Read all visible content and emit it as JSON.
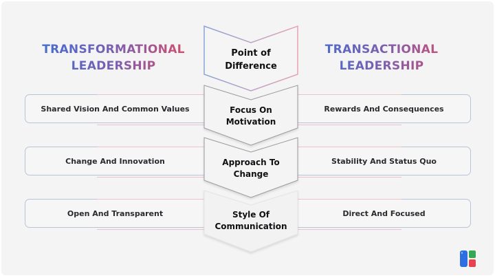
{
  "titles": {
    "left": {
      "line1": "TRANSFORMATIONAL",
      "line2": "LEADERSHIP"
    },
    "right": {
      "line1": "TRANSACTIONAL",
      "line2": "LEADERSHIP"
    },
    "gradient": {
      "start": "#3b6fd8",
      "end": "#e14b63"
    }
  },
  "center": {
    "header": {
      "line1": "Point of",
      "line2": "Difference"
    },
    "rows": [
      {
        "line1": "Focus On",
        "line2": "Motivation"
      },
      {
        "line1": "Approach To",
        "line2": "Change"
      },
      {
        "line1": "Style Of",
        "line2": "Communication"
      }
    ]
  },
  "comparison": [
    {
      "transformational": "Shared Vision And Common Values",
      "transactional": "Rewards And Consequences"
    },
    {
      "transformational": "Change And Innovation",
      "transactional": "Stability And Status Quo"
    },
    {
      "transformational": "Open And Transparent",
      "transactional": "Direct And Focused"
    }
  ],
  "logo": {
    "icon": "brand-logo-icon",
    "colors": [
      "#2d6fe0",
      "#34a853",
      "#e8414f"
    ]
  }
}
